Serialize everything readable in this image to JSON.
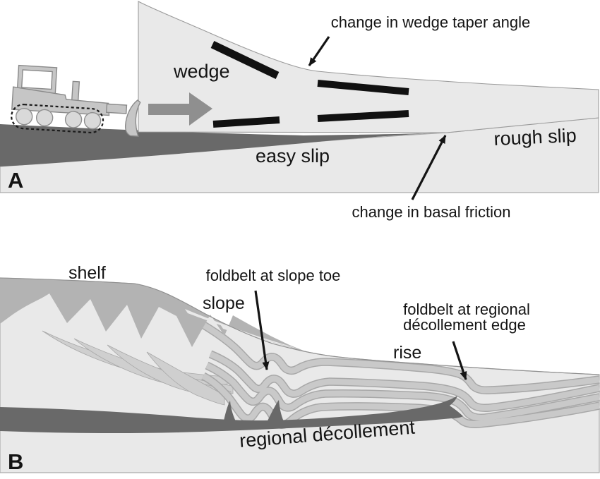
{
  "figure": {
    "panel_a": {
      "panel_letter": "A",
      "labels": {
        "wedge": "wedge",
        "easy_slip": "easy slip",
        "rough_slip": "rough slip",
        "taper_note": "change in wedge taper angle",
        "friction_note": "change in basal friction"
      }
    },
    "panel_b": {
      "panel_letter": "B",
      "labels": {
        "shelf": "shelf",
        "slope": "slope",
        "rise": "rise",
        "foldbelt_toe_note": "foldbelt at slope toe",
        "foldbelt_edge_note_line1": "foldbelt at regional",
        "foldbelt_edge_note_line2": "décollement edge",
        "decollement": "regional décollement"
      }
    },
    "colors": {
      "background": "#ffffff",
      "light_gray": "#e9e9e9",
      "medium_gray": "#b3b3b3",
      "tongue_gray": "#cfcfcf",
      "band_gray": "#c9c9c9",
      "band_edge_gray": "#a8a8a8",
      "dark_gray": "#696969",
      "fault_black": "#111111",
      "machine_gray": "#c6c6c6",
      "arrow_gray": "#8f8f8f"
    }
  }
}
